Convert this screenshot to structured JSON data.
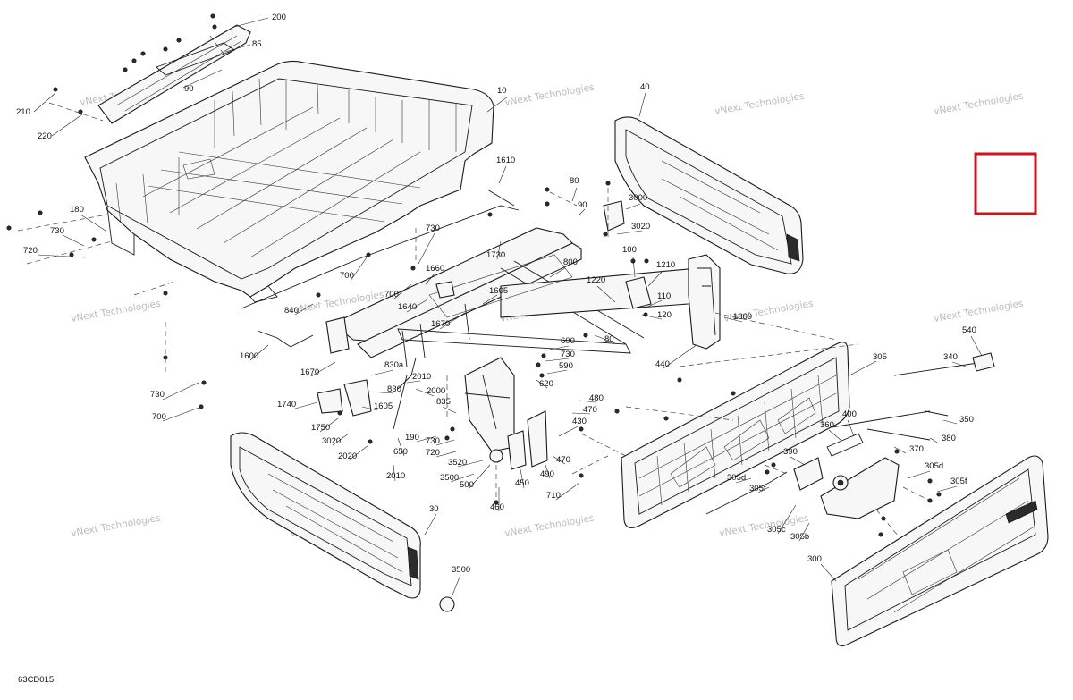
{
  "diagram": {
    "code": "63CD015",
    "watermark": "vNext Technologies",
    "labels": [
      "200",
      "85",
      "90",
      "210",
      "220",
      "10",
      "40",
      "1610",
      "80",
      "90",
      "3000",
      "3020",
      "180",
      "730",
      "720",
      "730",
      "1730",
      "800",
      "100",
      "1210",
      "1660",
      "1220",
      "110",
      "120",
      "700",
      "700",
      "1605",
      "1640",
      "1670",
      "840",
      "1600",
      "1670",
      "80",
      "600",
      "730",
      "590",
      "620",
      "440",
      "305",
      "830a",
      "2010",
      "830",
      "2000",
      "1740",
      "1605",
      "835",
      "480",
      "470",
      "430",
      "730",
      "700",
      "1750",
      "3020",
      "190",
      "730",
      "720",
      "2020",
      "650",
      "2010",
      "3520",
      "3500",
      "500",
      "450",
      "490",
      "470",
      "460",
      "710",
      "540",
      "340",
      "350",
      "380",
      "370",
      "360",
      "400",
      "390",
      "305d",
      "305f",
      "305d",
      "305f",
      "305c",
      "305b",
      "300",
      "30",
      "3500",
      "1309"
    ]
  },
  "colors": {
    "line": "#1a1a1a",
    "fill": "#f7f7f7",
    "watermark": "#b8bcc0",
    "highlight": "#d0121b"
  }
}
